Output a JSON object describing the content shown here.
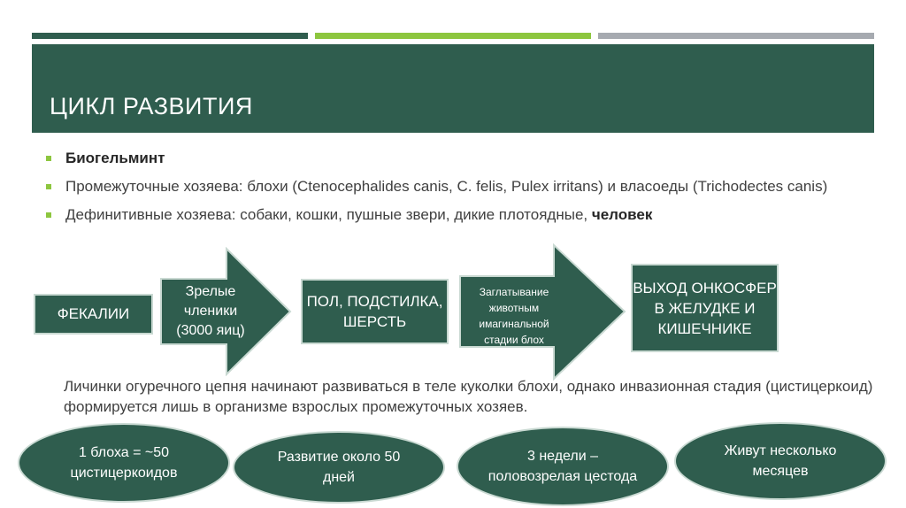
{
  "header": {
    "title": "ЦИКЛ РАЗВИТИЯ"
  },
  "bullets": [
    {
      "bold": "Биогельминт",
      "text": "",
      "bold_after": ""
    },
    {
      "bold": "",
      "text": "Промежуточные хозяева: блохи (Ctenocephalides canis, C. felis, Pulex irritans) и власоеды (Trichodectes canis)",
      "bold_after": ""
    },
    {
      "bold": "",
      "text": "Дефинитивные хозяева: собаки, кошки, пушные звери, дикие плотоядные, ",
      "bold_after": "человек"
    }
  ],
  "flow": {
    "box1": "ФЕКАЛИИ",
    "arrow1": "Зрелые членики (3000 яиц)",
    "box2": "ПОЛ, ПОДСТИЛКА, ШЕРСТЬ",
    "arrow2": "Заглатывание животным имагинальной стадии блох",
    "box3": "ВЫХОД ОНКОСФЕР В ЖЕЛУДКЕ И КИШЕЧНИКЕ"
  },
  "paragraph": "Личинки огуречного цепня начинают развиваться в теле куколки блохи, однако инвазионная стадия (цистицеркоид) формируется лишь в организме взрослых промежуточных хозяев.",
  "ovals": [
    "1 блоха = ~50 цистицеркоидов",
    "Развитие около 50 дней",
    "3 недели – половозрелая цестода",
    "Живут несколько месяцев"
  ],
  "colors": {
    "primary": "#2f5d4e",
    "accent": "#8dc63f",
    "gray": "#a6aab0"
  }
}
